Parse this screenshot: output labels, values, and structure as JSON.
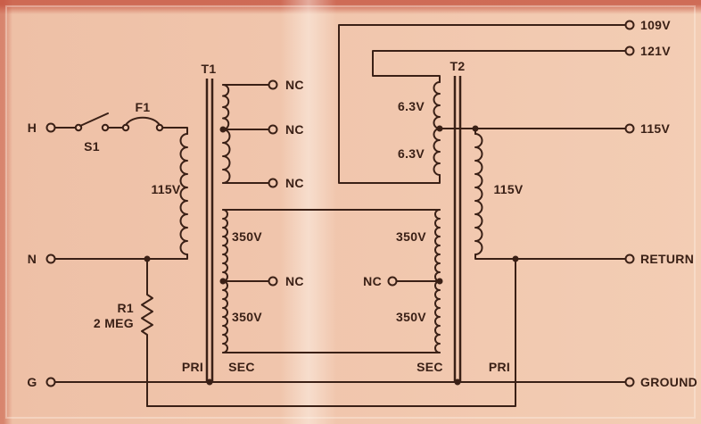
{
  "schematic": {
    "inputs": {
      "hot": "H",
      "neutral": "N",
      "ground": "G"
    },
    "components": {
      "switch": "S1",
      "fuse": "F1",
      "resistor": "R1",
      "resistor_value": "2 MEG"
    },
    "t1": {
      "name": "T1",
      "primary_label": "PRI",
      "secondary_label": "SEC",
      "primary_voltage": "115V",
      "filament_taps": [
        "NC",
        "NC",
        "NC"
      ],
      "hv_upper": "350V",
      "hv_lower": "350V",
      "hv_center_tap": "NC"
    },
    "t2": {
      "name": "T2",
      "primary_label": "PRI",
      "secondary_label": "SEC",
      "primary_voltage": "115V",
      "aux_upper": "6.3V",
      "aux_lower": "6.3V",
      "hv_upper": "350V",
      "hv_lower": "350V",
      "hv_center_tap": "NC"
    },
    "outputs": {
      "buck": "109V",
      "boost": "121V",
      "line": "115V",
      "return": "RETURN",
      "ground": "GROUND"
    }
  },
  "colors": {
    "background": "#f1c7ae",
    "ink": "#3a2016"
  }
}
